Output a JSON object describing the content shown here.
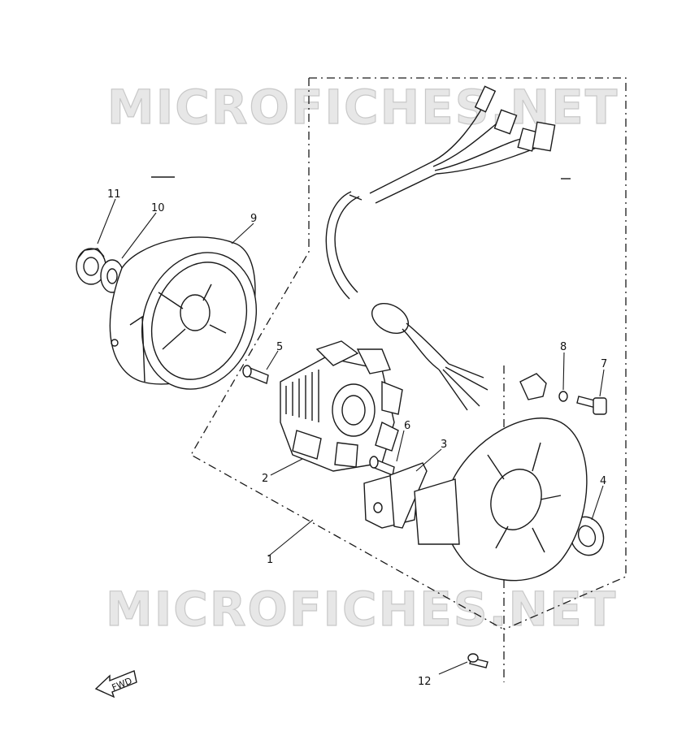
{
  "watermark": {
    "top_text": "MICROFICHES.NET",
    "bottom_text": "MICROFICHES.NET"
  },
  "callouts": {
    "c1": "1",
    "c2": "2",
    "c3": "3",
    "c4": "4",
    "c5": "5",
    "c6": "6",
    "c7": "7",
    "c8": "8",
    "c9": "9",
    "c10": "10",
    "c11": "11",
    "c12": "12"
  },
  "fwd_badge": "FWD",
  "colors": {
    "line": "#1a1a1a",
    "watermark_fill": "#e7e7e7",
    "background": "#ffffff"
  }
}
